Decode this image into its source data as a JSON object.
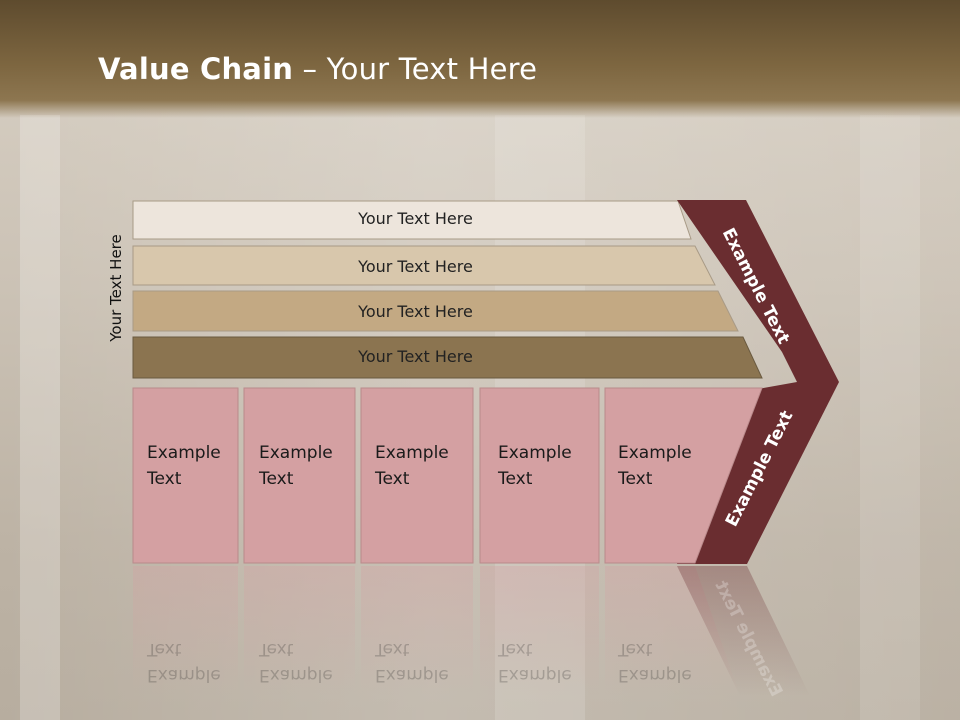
{
  "slide": {
    "title_bold": "Value Chain",
    "title_rest": " – Your Text Here",
    "side_label": "Your Text Here"
  },
  "bands": [
    {
      "label": "Your Text Here",
      "color": "#ede5dc"
    },
    {
      "label": "Your Text Here",
      "color": "#d8c7ac"
    },
    {
      "label": "Your Text Here",
      "color": "#c3a983"
    },
    {
      "label": "Your Text Here",
      "color": "#8b7450"
    }
  ],
  "cells": [
    {
      "line1": "Example",
      "line2": "Text"
    },
    {
      "line1": "Example",
      "line2": "Text"
    },
    {
      "line1": "Example",
      "line2": "Text"
    },
    {
      "line1": "Example",
      "line2": "Text"
    },
    {
      "line1": "Example",
      "line2": "Text"
    }
  ],
  "arrow": {
    "upper_label": "Example Text",
    "lower_label": "Example Text",
    "color": "#6a2d30"
  },
  "colors": {
    "cell_fill": "#d4a0a2",
    "cell_border": "#b98a8b"
  }
}
